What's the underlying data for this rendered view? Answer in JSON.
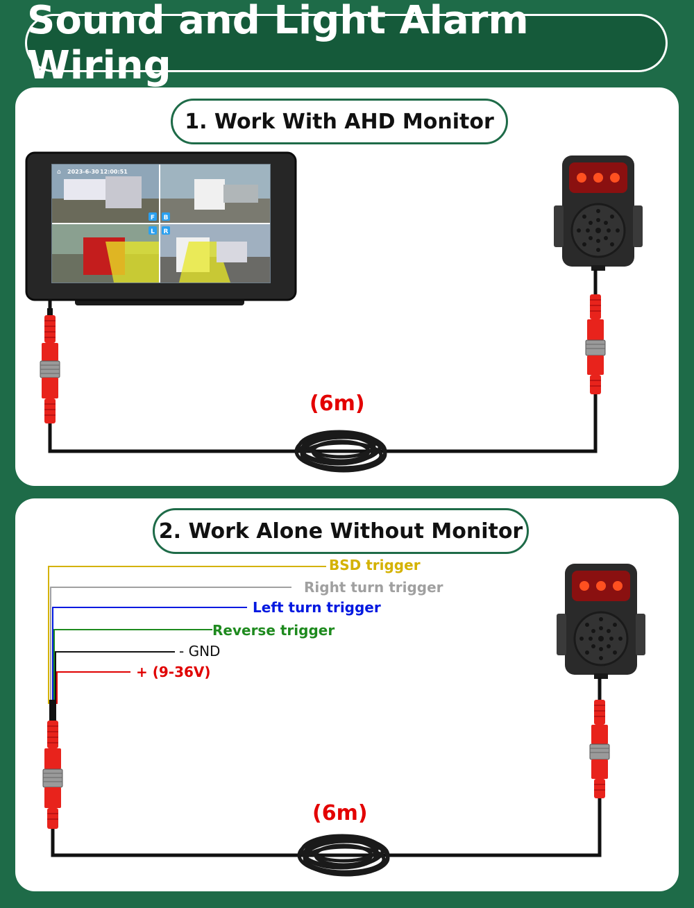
{
  "page": {
    "title": "Sound and Light Alarm Wiring",
    "colors": {
      "background": "#1e6b48",
      "panel": "#ffffff",
      "cable": "#111111",
      "connector": "#e8231c",
      "length_label": "#e30000"
    }
  },
  "section1": {
    "heading": "1. Work With AHD Monitor",
    "cable_length": "(6m)",
    "monitor_screen": {
      "date": "2023-6-30",
      "time": "12:00:51",
      "view_labels": [
        "F",
        "B",
        "L",
        "R"
      ]
    },
    "devices": [
      "ahd-monitor",
      "alarm-unit"
    ]
  },
  "section2": {
    "heading": "2. Work Alone Without Monitor",
    "cable_length": "(6m)",
    "wires": [
      {
        "label": "BSD trigger",
        "color": "#d4b200"
      },
      {
        "label": "Right turn trigger",
        "color": "#a0a0a0"
      },
      {
        "label": "Left turn trigger",
        "color": "#0018e0"
      },
      {
        "label": "Reverse trigger",
        "color": "#1e8a1e"
      },
      {
        "label": "- GND",
        "color": "#111111"
      },
      {
        "label": "+ (9-36V)",
        "color": "#e00000"
      }
    ],
    "devices": [
      "alarm-unit"
    ]
  }
}
